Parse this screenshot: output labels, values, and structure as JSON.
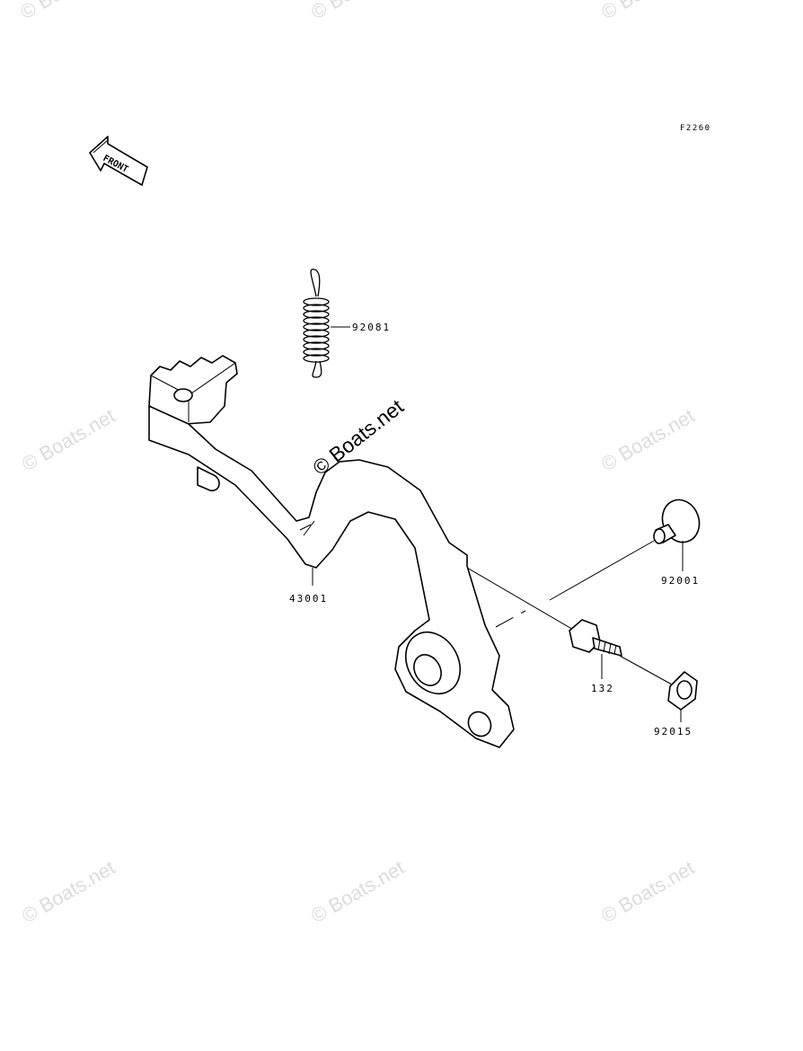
{
  "figure_code": "F2260",
  "front_label": "FRONT",
  "watermark": "© Boats.net",
  "parts": [
    {
      "number": "92081",
      "name_icon": "spring-icon"
    },
    {
      "number": "43001",
      "name_icon": "brake-pedal-icon"
    },
    {
      "number": "92001",
      "name_icon": "washer-icon"
    },
    {
      "number": "132",
      "name_icon": "bolt-icon"
    },
    {
      "number": "92015",
      "name_icon": "nut-icon"
    }
  ]
}
